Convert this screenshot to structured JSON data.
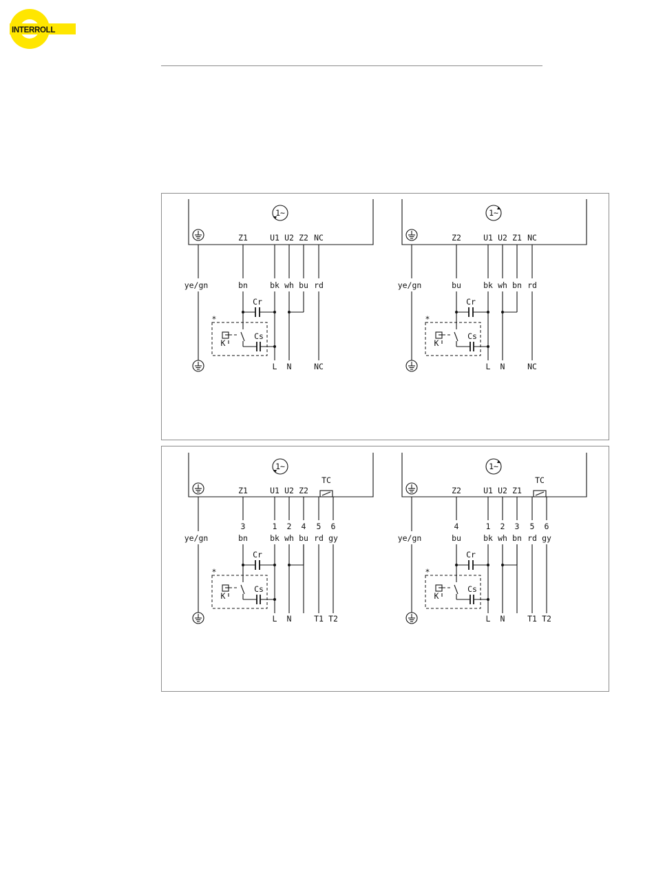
{
  "logo": {
    "text": "INTERROLL",
    "ring_color": "#ffe600",
    "text_color": "#111111"
  },
  "diagrams": [
    {
      "id": "top-left",
      "rotation": "ccw",
      "motor_label": "1~",
      "terminals": [
        "Z1",
        "U1",
        "U2",
        "Z2",
        "NC"
      ],
      "pins": [],
      "wire_colors": [
        "ye/gn",
        "bn",
        "bk",
        "wh",
        "bu",
        "rd"
      ],
      "capacitor_run": "Cr",
      "capacitor_start": "Cs",
      "relay": "K",
      "asterisk": "*",
      "supply": [
        "L",
        "N",
        "NC"
      ]
    },
    {
      "id": "top-right",
      "rotation": "cw",
      "motor_label": "1~",
      "terminals": [
        "Z2",
        "U1",
        "U2",
        "Z1",
        "NC"
      ],
      "pins": [],
      "wire_colors": [
        "ye/gn",
        "bu",
        "bk",
        "wh",
        "bn",
        "rd"
      ],
      "capacitor_run": "Cr",
      "capacitor_start": "Cs",
      "relay": "K",
      "asterisk": "*",
      "supply": [
        "L",
        "N",
        "NC"
      ]
    },
    {
      "id": "bottom-left",
      "rotation": "ccw",
      "motor_label": "1~",
      "terminals": [
        "Z1",
        "U1",
        "U2",
        "Z2"
      ],
      "thermal_contact": "TC",
      "pins": [
        "3",
        "1",
        "2",
        "4",
        "5",
        "6"
      ],
      "wire_colors": [
        "ye/gn",
        "bn",
        "bk",
        "wh",
        "bu",
        "rd",
        "gy"
      ],
      "capacitor_run": "Cr",
      "capacitor_start": "Cs",
      "relay": "K",
      "asterisk": "*",
      "supply": [
        "L",
        "N",
        "T1",
        "T2"
      ]
    },
    {
      "id": "bottom-right",
      "rotation": "cw",
      "motor_label": "1~",
      "terminals": [
        "Z2",
        "U1",
        "U2",
        "Z1"
      ],
      "thermal_contact": "TC",
      "pins": [
        "4",
        "1",
        "2",
        "3",
        "5",
        "6"
      ],
      "wire_colors": [
        "ye/gn",
        "bu",
        "bk",
        "wh",
        "bn",
        "rd",
        "gy"
      ],
      "capacitor_run": "Cr",
      "capacitor_start": "Cs",
      "relay": "K",
      "asterisk": "*",
      "supply": [
        "L",
        "N",
        "T1",
        "T2"
      ]
    }
  ]
}
